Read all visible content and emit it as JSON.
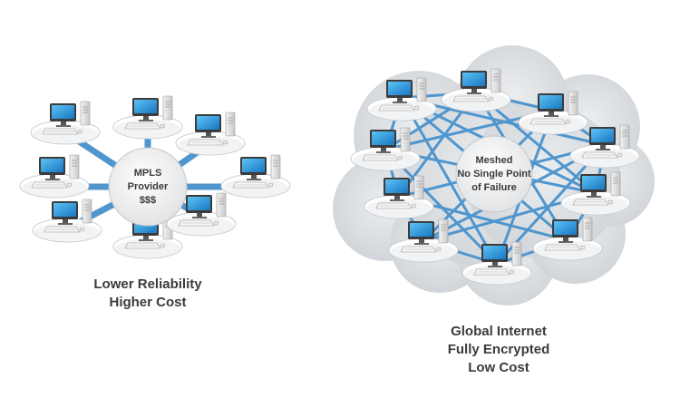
{
  "left_network": {
    "hub_lines": [
      "MPLS",
      "Provider",
      "$$$"
    ],
    "caption_lines": [
      "Lower Reliability",
      "Higher Cost"
    ]
  },
  "right_network": {
    "hub_lines": [
      "Meshed",
      "No Single Point",
      "of Failure"
    ],
    "caption_lines": [
      "Global Internet",
      "Fully Encrypted",
      "Low Cost"
    ]
  },
  "colors": {
    "link": "#4f96cf",
    "screen": "#1f8fd6",
    "cloud": "#dcdfe2",
    "hub": "#f1f2f3",
    "caption_text": "#3b3b3b"
  },
  "icons": [
    "desktop-computer-icon",
    "cloud-icon"
  ]
}
